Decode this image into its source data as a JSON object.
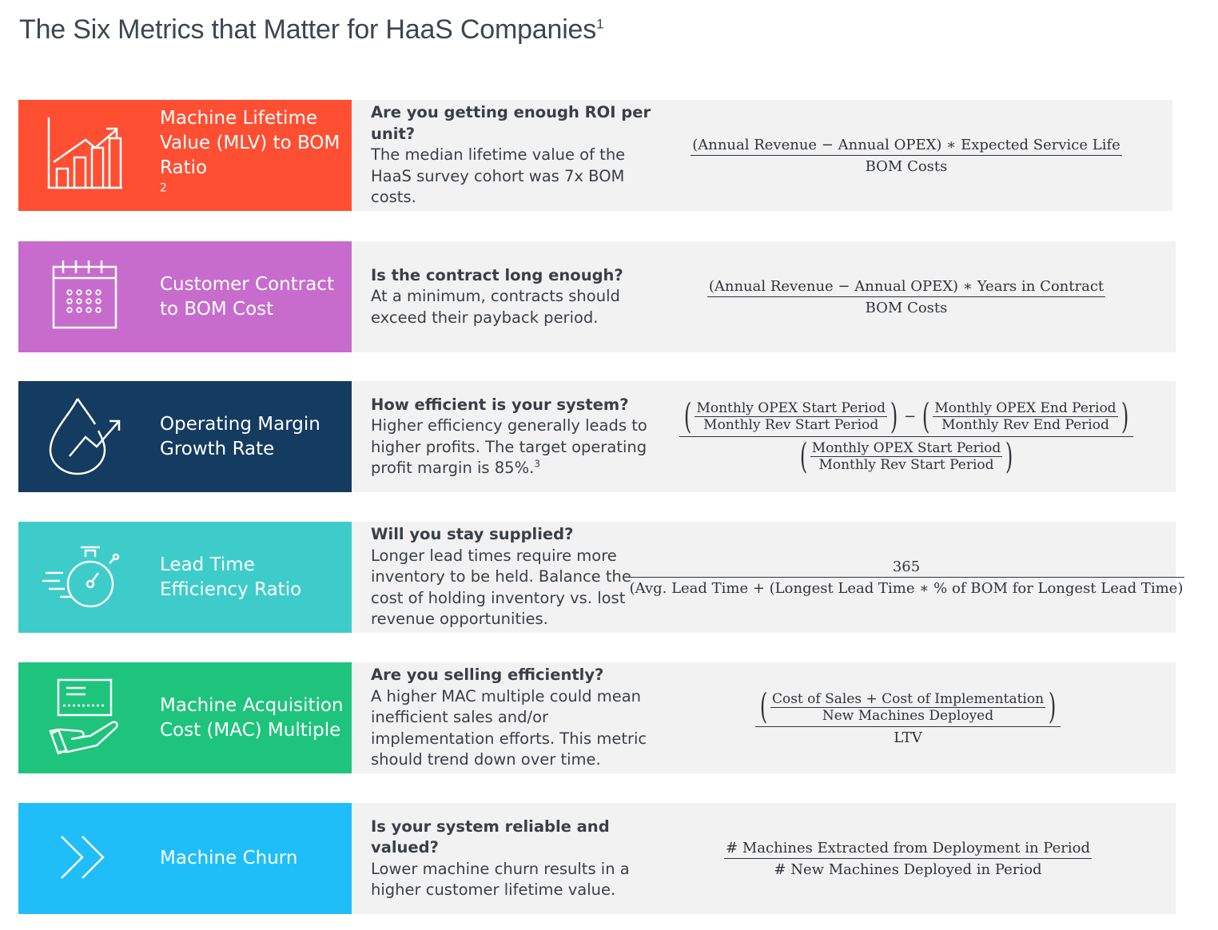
{
  "title": "The Six Metrics that Matter for HaaS Companies",
  "title_footnote": "1",
  "colors": {
    "mlv": "#fe4f33",
    "contract": "#c76ccd",
    "margin": "#143b60",
    "lead": "#3ecccb",
    "mac": "#1fc47c",
    "churn": "#1fbef9",
    "panel": "#f2f2f2"
  },
  "metrics": [
    {
      "icon": "bar-chart-growth-icon",
      "label": "Machine Lifetime Value (MLV) to BOM Ratio",
      "label_footnote": "2",
      "question": "Are you getting enough ROI per unit?",
      "answer": "The median lifetime value of the HaaS survey cohort was 7x BOM costs.",
      "formula": {
        "numerator": "(Annual Revenue − Annual OPEX) ∗ Expected Service Life",
        "denominator": "BOM Costs"
      }
    },
    {
      "icon": "calendar-icon",
      "label": "Customer Contract to BOM Cost",
      "question": "Is the contract long enough?",
      "answer": "At a minimum, contracts should exceed their payback period.",
      "formula": {
        "numerator": "(Annual Revenue  − Annual OPEX) ∗ Years in Contract",
        "denominator": "BOM Costs"
      }
    },
    {
      "icon": "drop-trend-icon",
      "label": "Operating Margin Growth Rate",
      "question": "How efficient is your system?",
      "answer": "Higher efficiency generally leads to higher profits. The target operating profit margin is 85%.",
      "answer_footnote": "3",
      "formula": {
        "a_num": "Monthly OPEX Start Period",
        "a_den": "Monthly Rev Start Period",
        "minus": "−",
        "b_num": "Monthly OPEX End Period",
        "b_den": "Monthly Rev End Period",
        "c_num": "Monthly OPEX Start Period",
        "c_den": "Monthly Rev Start Period"
      }
    },
    {
      "icon": "stopwatch-icon",
      "label": "Lead Time Efficiency Ratio",
      "question": "Will you stay supplied?",
      "answer": "Longer lead times require more inventory to be held. Balance the cost of holding inventory vs. lost revenue opportunities.",
      "formula": {
        "numerator": "365",
        "denominator": "(Avg. Lead Time  + (Longest Lead Time  ∗ % of BOM for Longest Lead Time)"
      }
    },
    {
      "icon": "hand-card-icon",
      "label": "Machine Acquisition Cost (MAC) Multiple",
      "question": "Are you selling efficiently?",
      "answer": "A higher MAC multiple could mean inefficient sales and/or implementation efforts. This metric should trend down over time.",
      "formula": {
        "inner_num": "Cost of Sales + Cost of Implementation",
        "inner_den": "New Machines Deployed",
        "denominator": "LTV"
      }
    },
    {
      "icon": "double-chevron-icon",
      "label": "Machine Churn",
      "question": "Is your system reliable and valued?",
      "answer": "Lower machine churn results in a higher customer lifetime value.",
      "formula": {
        "numerator": "# Machines Extracted from Deployment in Period",
        "denominator": "# New Machines Deployed in Period"
      }
    }
  ]
}
